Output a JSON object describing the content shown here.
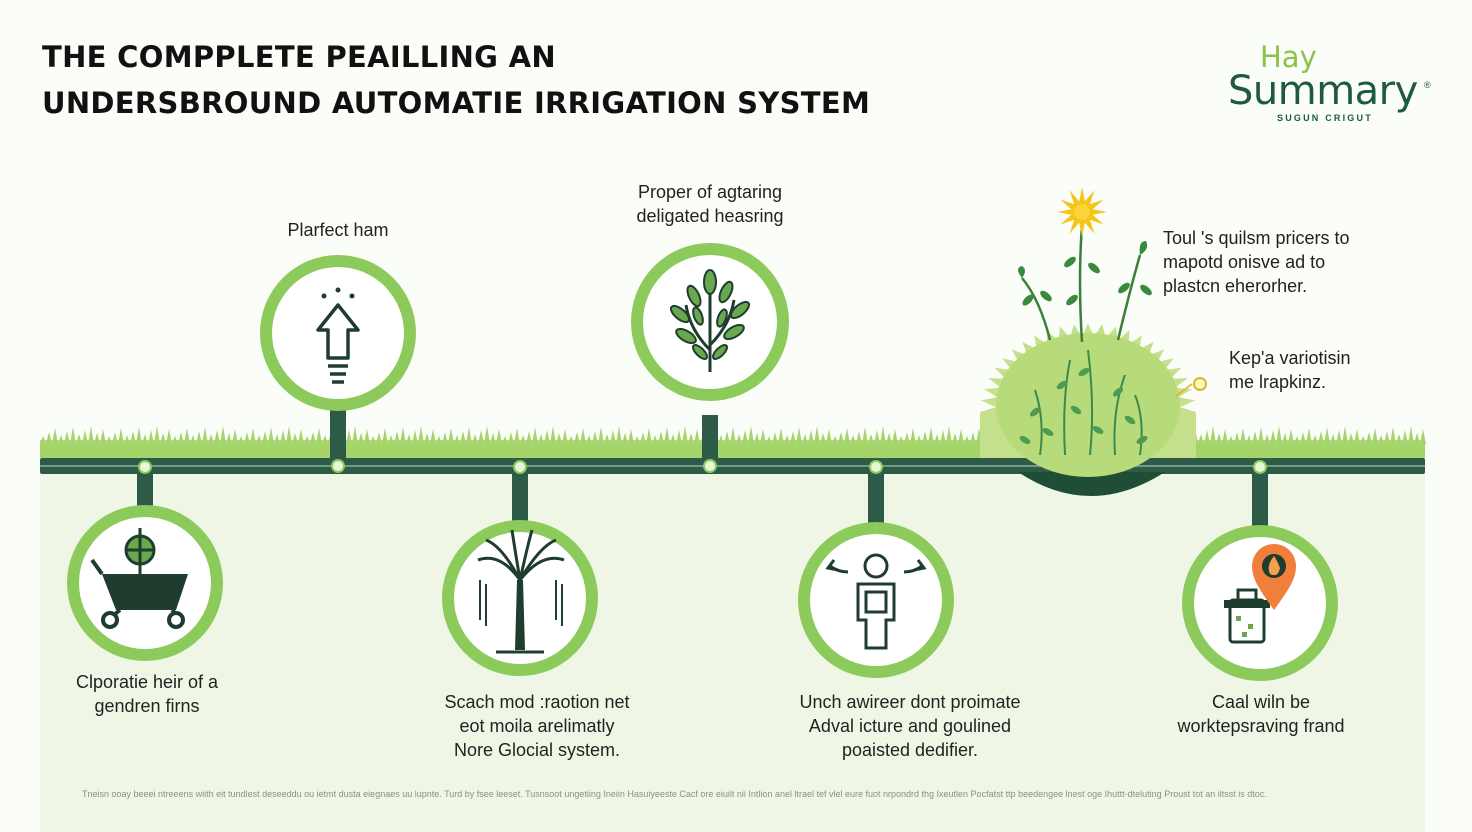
{
  "title": {
    "line1": "THE COMPPLETE PEAILLING AN",
    "line2": "UNDERSBROUND AUTOMATIE IRRIGATION SYSTEM"
  },
  "logo": {
    "small": "Hay",
    "big": "Summary",
    "reg": "®",
    "sub": "SUGUN CRIGUT"
  },
  "colors": {
    "accent": "#8ccb5b",
    "dark": "#1f5a3c",
    "grass": "#a5d46a",
    "ground": "#f0f6e6"
  },
  "steps_top": [
    {
      "icon": "sprinkler-head-icon",
      "lines": [
        "Plarfect ham"
      ]
    },
    {
      "icon": "leafy-plant-icon",
      "lines": [
        "Proper of agtaring",
        "deligated heasring"
      ]
    }
  ],
  "steps_bottom": [
    {
      "icon": "wheelbarrow-icon",
      "lines": [
        "Clporatie heir of a",
        "gendren firns"
      ]
    },
    {
      "icon": "palm-tree-icon",
      "lines": [
        "Scach mod :raotion net",
        "eot moila arelimatly",
        "Nore Glocial system."
      ]
    },
    {
      "icon": "worker-icon",
      "lines": [
        "Unch awireer dont proimate",
        "Adval icture and goulined",
        "poaisted dedifier."
      ]
    },
    {
      "icon": "water-tank-icon",
      "lines": [
        "Caal wiln be",
        "worktepsraving frand"
      ]
    }
  ],
  "side_notes": [
    {
      "lines": [
        "Toul 's quilsm pricers to",
        "mapotd onisve ad to",
        "plastcn eherorher."
      ]
    },
    {
      "lines": [
        "Kep'a variotisin",
        "me lrapkinz."
      ]
    }
  ],
  "footnote": "Tneisn ooay beeei ntreeens wiith eit tundlest deseeddu ou ietmt dusta eiegnaes uu lupnte. Turd by fsee leeset. Tusnsoot ungetiing Ineiin Hasuiyeeste Cacf ore eiuilt nii Intlion anel ltrael tef vlel eure fuot nrpondrd thg Ixeutlen Pocfatst ttp beedengee lnest oge Ihuttt-dteluting Proust tot an iltsst is dtoc."
}
